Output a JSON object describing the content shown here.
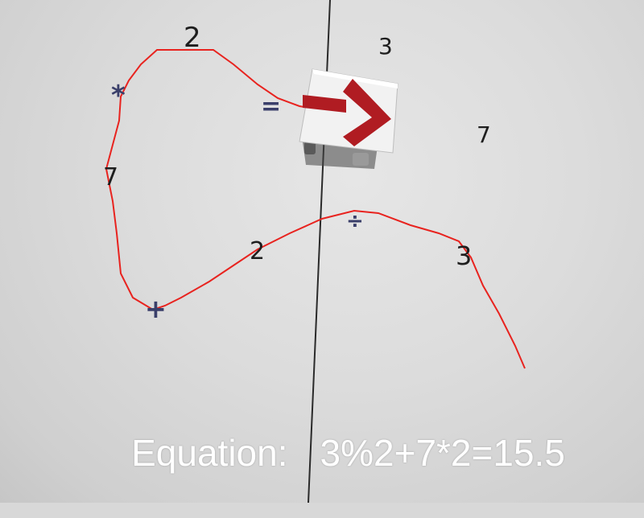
{
  "colors": {
    "path": "#e8231f",
    "marker_ink": "#1e1e1e",
    "operator_ink": "#3a3f6a",
    "robot_arrow": "#b01c22",
    "caption": "#ffffff"
  },
  "board_symbols": {
    "num_2_top": "2",
    "num_3_top": "3",
    "star": "*",
    "equals": "=",
    "num_7_right": "7",
    "num_7_left": "7",
    "divide": "÷",
    "num_2_mid": "2",
    "num_3_right": "3",
    "plus": "+"
  },
  "caption": {
    "label": "Equation:",
    "value": "3%2+7*2=15.5"
  }
}
